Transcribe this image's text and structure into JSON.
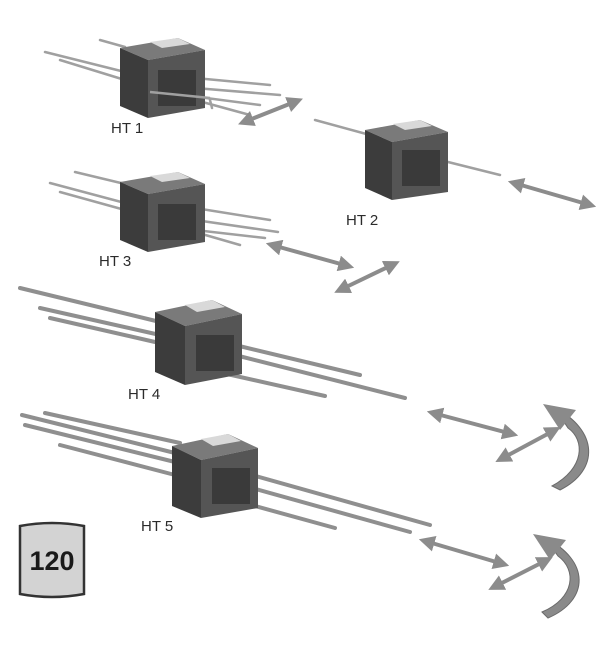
{
  "units": [
    {
      "id": "ht1",
      "label": "HT 1"
    },
    {
      "id": "ht2",
      "label": "HT 2"
    },
    {
      "id": "ht3",
      "label": "HT 3"
    },
    {
      "id": "ht4",
      "label": "HT 4"
    },
    {
      "id": "ht5",
      "label": "HT 5"
    }
  ],
  "badge": {
    "value": "120"
  },
  "colors": {
    "transformer_body": "#555555",
    "pin": "#9a9a9a",
    "arrow": "#8c8c8c",
    "badge_fill": "#d3d3d3"
  },
  "icons": [
    "transformer-icon",
    "double-arrow-icon",
    "curved-arrow-icon",
    "page-badge-icon"
  ]
}
